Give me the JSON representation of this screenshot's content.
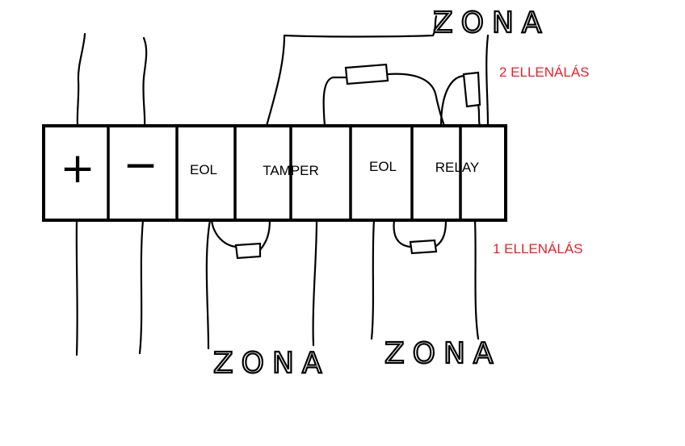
{
  "terminals": {
    "plus": "+",
    "minus": "−",
    "eol1": "EOL",
    "tamper": "TAMPER",
    "eol2": "EOL",
    "relay": "RELAY"
  },
  "zones": {
    "top": "ZONA",
    "bottom_left": "ZONA",
    "bottom_right": "ZONA"
  },
  "notes": {
    "two_resistors": "2 ELLENÁLÁS",
    "one_resistor": "1 ELLENÁLÁS"
  },
  "colors": {
    "note": "#e8202a",
    "ink": "#000000"
  }
}
